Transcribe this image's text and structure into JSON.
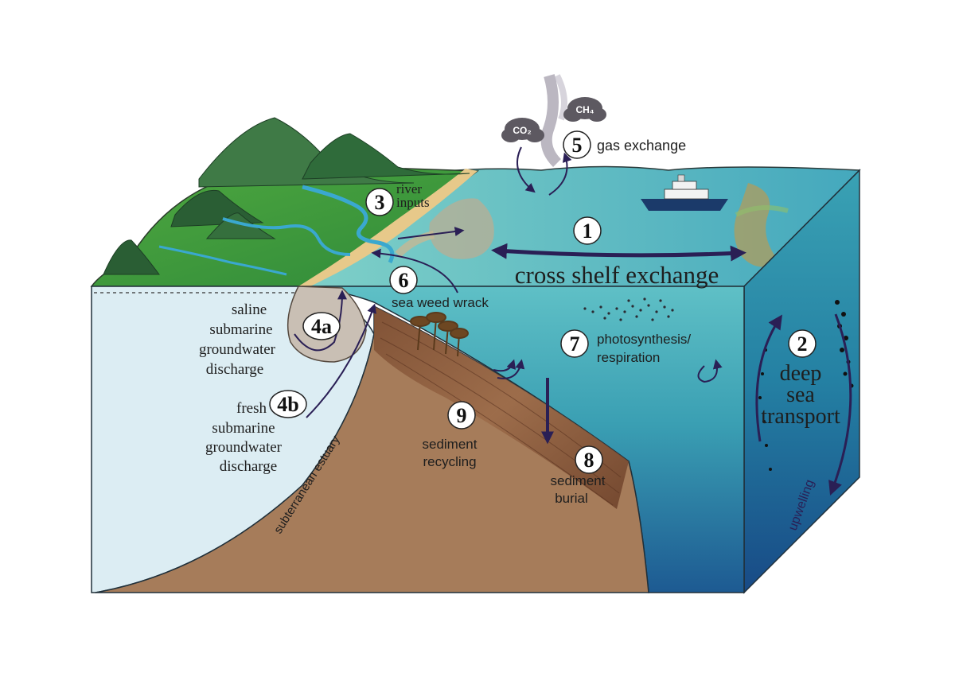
{
  "labels": {
    "n1": "1",
    "cross_shelf": "cross shelf exchange",
    "n2": "2",
    "deep1": "deep",
    "deep2": "sea",
    "deep3": "transport",
    "upwelling": "upwelling",
    "n3": "3",
    "river1": "river",
    "river2": "inputs",
    "n4a": "4a",
    "saline1": "saline",
    "saline2": "submarine",
    "saline3": "groundwater",
    "saline4": "discharge",
    "n4b": "4b",
    "fresh1": "fresh",
    "fresh2": "submarine",
    "fresh3": "groundwater",
    "fresh4": "discharge",
    "estuary": "subterranean estuary",
    "n5": "5",
    "gas": "gas exchange",
    "co2": "CO₂",
    "ch4": "CH₄",
    "n6": "6",
    "seaweed": "sea weed wrack",
    "n7": "7",
    "photo1": "photosynthesis/",
    "photo2": "respiration",
    "n8": "8",
    "burial1": "sediment",
    "burial2": "burial",
    "n9": "9",
    "recyc1": "sediment",
    "recyc2": "recycling"
  },
  "colors": {
    "ocean_top": "#4fb3bd",
    "ocean_deep": "#1a4f8a",
    "land_green": "#3f9a3c",
    "sediment": "#a37a58",
    "aquifer": "#dcedf3",
    "arrow": "#2a1f55"
  }
}
